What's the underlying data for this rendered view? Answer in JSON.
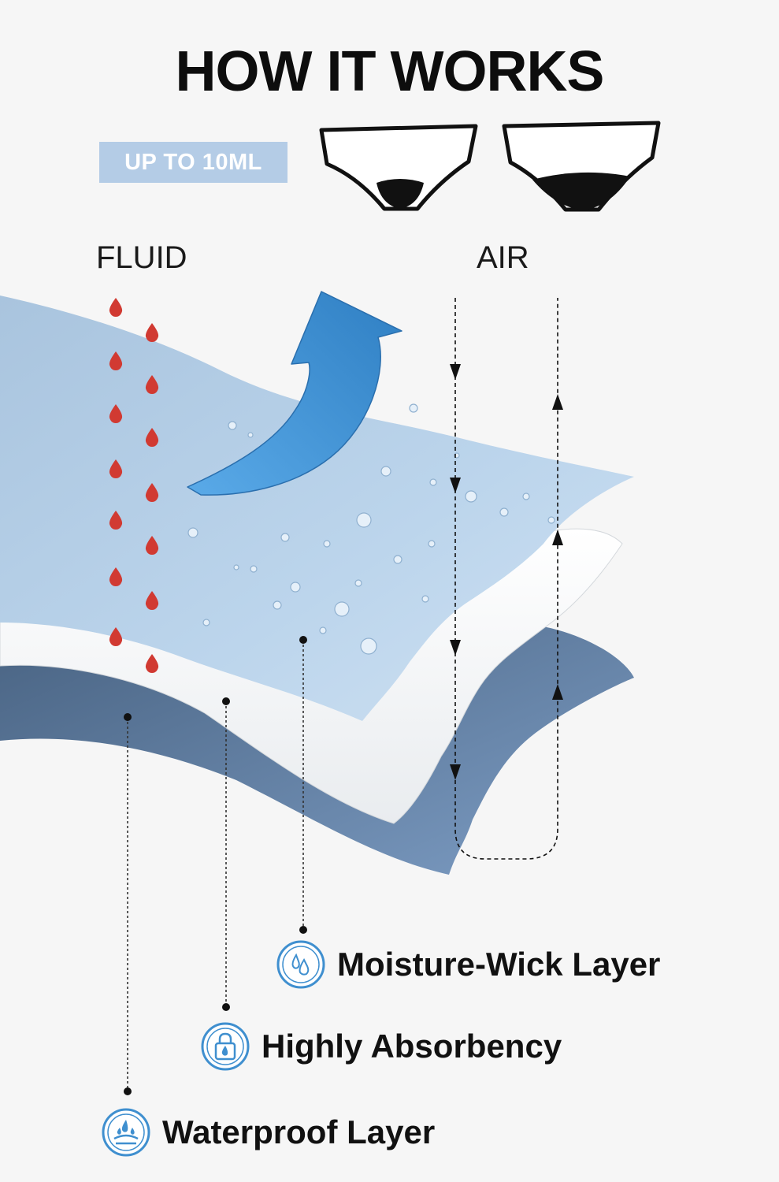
{
  "title": "HOW IT WORKS",
  "capacity_badge": "UP TO 10ML",
  "labels": {
    "fluid": "FLUID",
    "air": "AIR"
  },
  "legend": [
    {
      "label": "Moisture-Wick Layer",
      "icon": "water-drops-icon"
    },
    {
      "label": "Highly Absorbency",
      "icon": "lock-drop-icon"
    },
    {
      "label": "Waterproof Layer",
      "icon": "water-shield-icon"
    }
  ],
  "colors": {
    "accent": "#3f8fcf",
    "badge_bg": "#b4cce6",
    "fluid_drop": "#d13a32",
    "top_layer": "#b8d2ea",
    "middle_layer": "#ffffff",
    "bottom_layer": "#6d8fb7"
  }
}
